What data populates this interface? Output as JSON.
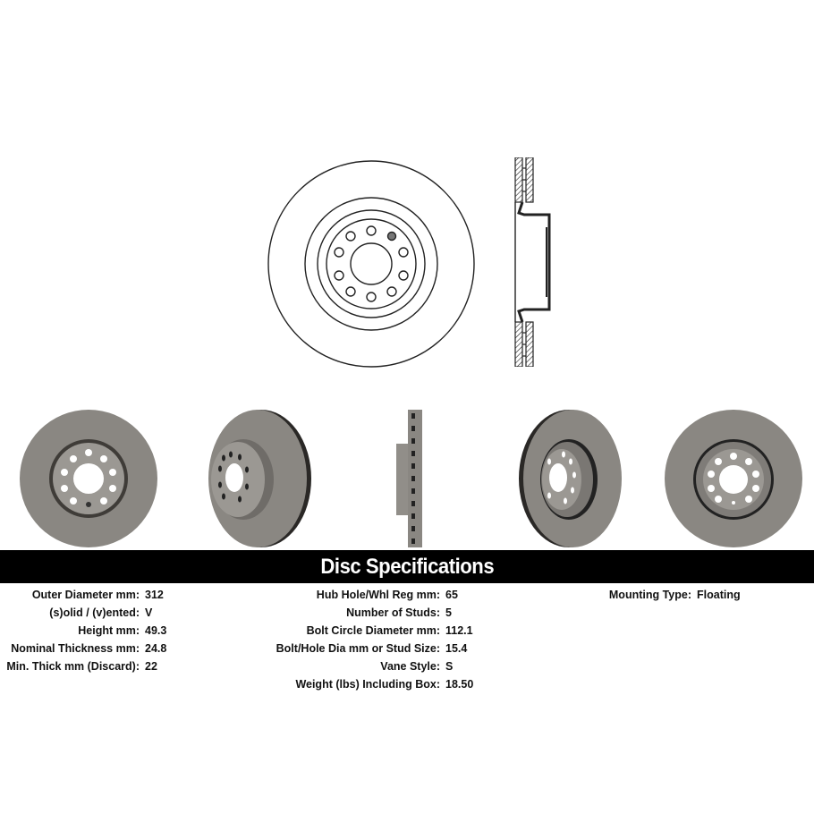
{
  "drawings": {
    "front_view": {
      "icon": "rotor-front-line-drawing",
      "stud_holes": 10,
      "marked_hole": true
    },
    "side_view": {
      "icon": "rotor-cross-section-drawing"
    }
  },
  "photos": [
    {
      "name": "rotor-photo-front",
      "view": "front"
    },
    {
      "name": "rotor-photo-angled-left",
      "view": "angled-left"
    },
    {
      "name": "rotor-photo-side",
      "view": "side-profile"
    },
    {
      "name": "rotor-photo-angled-right",
      "view": "angled-right"
    },
    {
      "name": "rotor-photo-back",
      "view": "back"
    }
  ],
  "colors": {
    "banner_bg": "#000000",
    "banner_text": "#ffffff",
    "rotor_metal": "#8a8782",
    "rotor_hub": "#9b9893",
    "rotor_groove": "#3a3835",
    "line_drawing": "#222222"
  },
  "banner": {
    "title": "Disc Specifications"
  },
  "specs": {
    "col1": [
      {
        "label": "Outer Diameter mm:",
        "value": "312"
      },
      {
        "label": "(s)olid / (v)ented:",
        "value": "V"
      },
      {
        "label": "Height mm:",
        "value": "49.3"
      },
      {
        "label": "Nominal Thickness mm:",
        "value": "24.8"
      },
      {
        "label": "Min. Thick mm (Discard):",
        "value": "22"
      }
    ],
    "col2": [
      {
        "label": "Hub Hole/Whl Reg mm:",
        "value": "65"
      },
      {
        "label": "Number of Studs:",
        "value": "5"
      },
      {
        "label": "Bolt Circle Diameter mm:",
        "value": "112.1"
      },
      {
        "label": "Bolt/Hole Dia mm or Stud Size:",
        "value": "15.4"
      },
      {
        "label": "Vane Style:",
        "value": "S"
      },
      {
        "label": "Weight (lbs) Including Box:",
        "value": "18.50"
      }
    ],
    "col3": [
      {
        "label": "Mounting Type:",
        "value": "Floating"
      }
    ]
  }
}
